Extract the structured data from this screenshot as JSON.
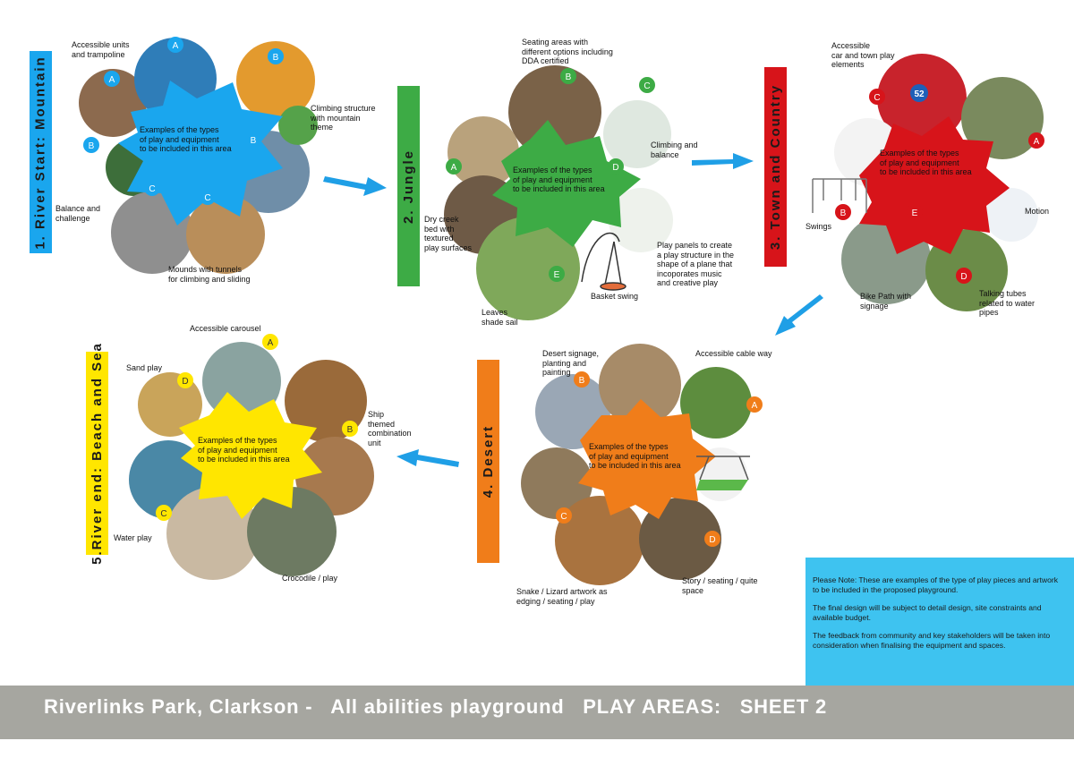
{
  "colors": {
    "blue": "#1aa6ee",
    "green": "#3dab45",
    "red": "#d7141a",
    "orange": "#f07d1a",
    "yellow": "#ffe600",
    "arrow": "#1f9fe6",
    "note_bg": "#3ec3f0",
    "footer_bg": "#a6a6a0"
  },
  "areas": [
    {
      "id": "mountain",
      "bar_label": "1.  River Start: Mountain",
      "center_text": "Examples of the types\nof play and equipment\nto be included in this area",
      "labels": [
        "Accessible units\nand trampoline",
        "Climbing structure\nwith mountain\ntheme",
        "Balance and\nchallenge",
        "Mounds with tunnels\nfor climbing and sliding"
      ],
      "badges": [
        "A",
        "A",
        "B",
        "B",
        "B",
        "C",
        "C"
      ]
    },
    {
      "id": "jungle",
      "bar_label": "2.  Jungle",
      "center_text": "Examples of the types\nof play and equipment\nto be included in this area",
      "labels": [
        "Seating areas with\ndifferent options including\nDDA certified",
        "Climbing and\nbalance",
        "Dry creek\nbed with\ntextured\nplay surfaces",
        "Play panels to create\na play structure in the\nshape of a plane that\nincoporates music\nand creative play",
        "Basket swing",
        "Leaves\nshade sail"
      ],
      "badges": [
        "B",
        "C",
        "A",
        "D",
        "E"
      ]
    },
    {
      "id": "town",
      "bar_label": "3.  Town and Country",
      "center_text": "Examples of the types\nof play and equipment\nto be included in this area",
      "labels": [
        "Accessible\ncar and town play\nelements",
        "Swings",
        "Motion",
        "Bike Path with\nsignage",
        "Talking tubes\nrelated to water\npipes"
      ],
      "badges": [
        "C",
        "A",
        "B",
        "E",
        "D"
      ],
      "car_number": "52"
    },
    {
      "id": "desert",
      "bar_label": "4.  Desert",
      "center_text": "Examples of the types\nof play and equipment\nto be included in this area",
      "labels": [
        "Desert signage,\nplanting and\npainting",
        "Accessible cable way",
        "Snake / Lizard artwork as\nedging / seating / play",
        "Story / seating / quite\nspace"
      ],
      "badges": [
        "B",
        "A",
        "C",
        "D"
      ]
    },
    {
      "id": "beach",
      "bar_label": "5.River end: Beach and Sea",
      "center_text": "Examples of the types\nof play and equipment\nto be included in this area",
      "labels": [
        "Accessible carousel",
        "Sand play",
        "Ship themed\ncombination unit",
        "Water play",
        "Crocodile / play"
      ],
      "badges": [
        "A",
        "D",
        "B",
        "C"
      ]
    }
  ],
  "note": {
    "p1": "Please Note: These are examples of the type of play pieces and artwork to be included in the proposed playground.",
    "p2": "The final design will be subject to detail design, site constraints and available budget.",
    "p3": "The feedback from community and key stakeholders will be taken into consideration when finalising the equipment and spaces."
  },
  "footer": {
    "title": "Riverlinks Park, Clarkson -   All abilities playground   PLAY AREAS:   SHEET 2"
  }
}
